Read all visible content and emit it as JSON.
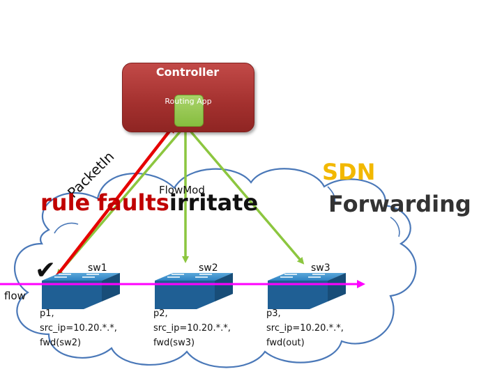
{
  "controller": {
    "title": "Controller",
    "app_label": "Routing App"
  },
  "overlay": {
    "rule": "rule",
    "faults": "faults",
    "irritate": "irritate"
  },
  "heading": {
    "line1": "SDN",
    "line2": "Forwarding"
  },
  "messages": {
    "packet_in": "PacketIn",
    "flow_mod": "FlowMod"
  },
  "switches": [
    {
      "name": "sw1",
      "rule": "p1,\nsrc_ip=10.20.*.*,\nfwd(sw2)"
    },
    {
      "name": "sw2",
      "rule": "p2,\nsrc_ip=10.20.*.*,\nfwd(sw3)"
    },
    {
      "name": "sw3",
      "rule": "p3,\nsrc_ip=10.20.*.*,\nfwd(out)"
    }
  ],
  "flow_label": "flow",
  "checkmark": "✔",
  "colors": {
    "controller": "#a3302e",
    "green_link": "#8cc63f",
    "red_link": "#e60000",
    "flow_arrow": "#ff00ff",
    "sdn": "#f2b800",
    "cloud_stroke": "#4a78b8"
  }
}
